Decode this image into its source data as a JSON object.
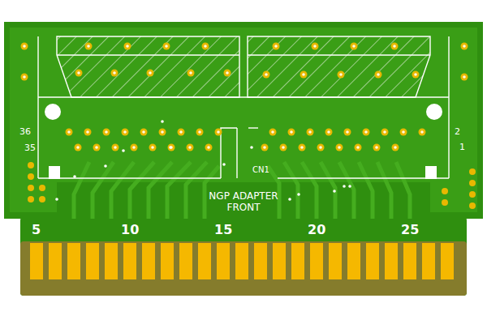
{
  "diagram": {
    "labels": [
      "36",
      "35",
      "2",
      "1",
      "CN1",
      "NGP ADAPTER FRONT",
      "5",
      "10",
      "15",
      "20",
      "25"
    ]
  }
}
